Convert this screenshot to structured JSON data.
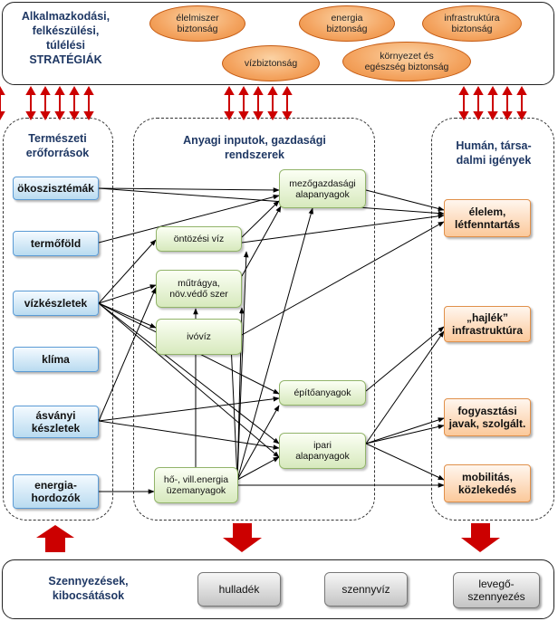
{
  "top_panel": {
    "strategy_label": "Alkalmazkodási,\nfelkészülési,\ntúlélési\nSTRATÉGIÁK",
    "ovals": {
      "elelmiszer": "élelmiszer\nbiztonság",
      "energia": "energia\nbiztonság",
      "infrastruktura": "infrastruktúra\nbiztonság",
      "viz": "vízbiztonság",
      "kornyezet": "környezet és\negészség biztonság"
    }
  },
  "left_column": {
    "title": "Természeti\nerőforrások",
    "items": [
      "ökoszisztémák",
      "termőföld",
      "vízkészletek",
      "klíma",
      "ásványi\nkészletek",
      "energia-\nhordozók"
    ]
  },
  "middle_column": {
    "title": "Anyagi inputok, gazdasági\nrendszerek",
    "items": {
      "mezogazdasagi": "mezőgazdasági\nalapanyagok",
      "ontozesi": "öntözési víz",
      "mutragya": "műtrágya,\nnöv.védő szer",
      "ivoviz": "ivóvíz",
      "epitoanyagok": "építőanyagok",
      "ipari": "ipari\nalapanyagok",
      "ho": "hő-, vill.energia\nüzemanyagok"
    }
  },
  "right_column": {
    "title": "Humán, társa-\ndalmi igények",
    "items": [
      "élelem,\nlétfenntartás",
      "„hajlék”\ninfrastruktúra",
      "fogyasztási\njavak, szolgált.",
      "mobilitás,\nközlekedés"
    ]
  },
  "bottom_panel": {
    "label": "Szennyezések,\nkibocsátások",
    "boxes": [
      "hulladék",
      "szennyvíz",
      "levegő-\nszennyezés"
    ]
  },
  "colors": {
    "arrow_red": "#cc0000",
    "title_blue": "#1f3864",
    "oval_orange": "#f4a460"
  }
}
